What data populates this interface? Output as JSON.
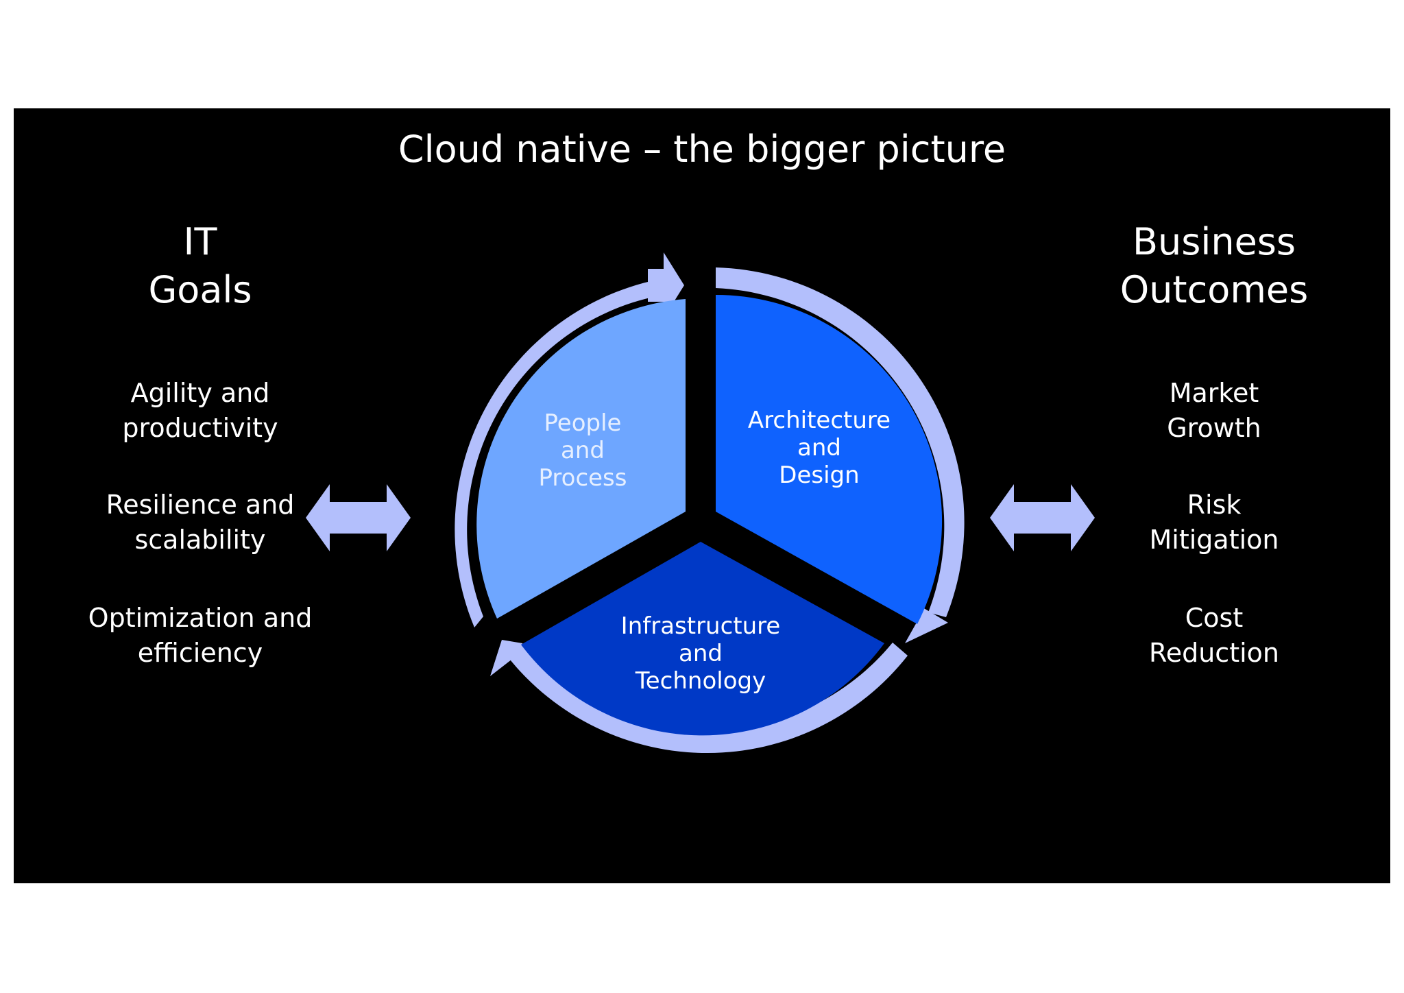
{
  "title": "Cloud native – the bigger picture",
  "left_column": {
    "heading_line1": "IT",
    "heading_line2": "Goals",
    "items": [
      {
        "line1": "Agility and",
        "line2": "productivity"
      },
      {
        "line1": "Resilience and",
        "line2": "scalability"
      },
      {
        "line1": "Optimization and",
        "line2": "efficiency"
      }
    ]
  },
  "right_column": {
    "heading_line1": "Business",
    "heading_line2": "Outcomes",
    "items": [
      {
        "line1": "Market",
        "line2": "Growth"
      },
      {
        "line1": "Risk",
        "line2": "Mitigation"
      },
      {
        "line1": "Cost",
        "line2": "Reduction"
      }
    ]
  },
  "cycle": {
    "segments": [
      {
        "line1": "People",
        "line2": "and",
        "line3": "Process",
        "color": "#6ea6ff",
        "text_color": "#e6efff"
      },
      {
        "line1": "Architecture",
        "line2": "and",
        "line3": "Design",
        "color": "#0f62fe",
        "text_color": "#ffffff"
      },
      {
        "line1": "Infrastructure",
        "line2": "and",
        "line3": "Technology",
        "color": "#0039c6",
        "text_color": "#ffffff"
      }
    ],
    "ring_color": "#b3bffc"
  },
  "colors": {
    "background": "#000000",
    "page": "#ffffff",
    "text": "#ffffff",
    "double_arrow": "#b3bffc"
  }
}
